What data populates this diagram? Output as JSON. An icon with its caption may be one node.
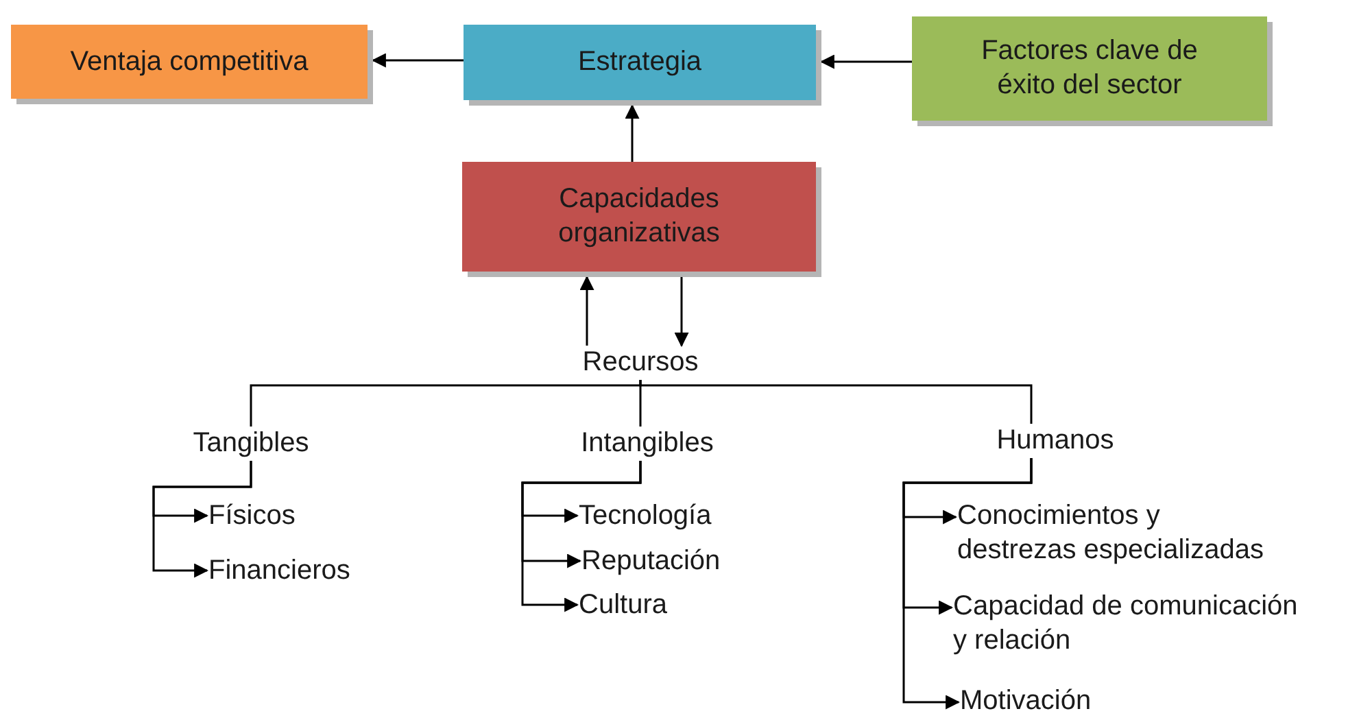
{
  "diagram": {
    "nodes": [
      {
        "text": [
          "Ventaja competitiva"
        ]
      },
      {
        "text": [
          "Estrategia"
        ]
      },
      {
        "text": [
          "Factores clave de éxito del sector"
        ]
      },
      {
        "text": [
          "Capacidades organizativas"
        ]
      },
      {
        "text": [
          "Recursos"
        ]
      },
      {
        "text": [
          "Tangibles"
        ]
      },
      {
        "text": [
          "Intangibles"
        ]
      },
      {
        "text": [
          "Humanos"
        ]
      },
      {
        "text": [
          "Físicos"
        ]
      },
      {
        "text": [
          "Financieros"
        ]
      },
      {
        "text": [
          "Tecnología"
        ]
      },
      {
        "text": [
          "Reputación"
        ]
      },
      {
        "text": [
          "Cultura"
        ]
      },
      {
        "text": [
          "Conocimientos y destrezas especializadas"
        ]
      },
      {
        "text": [
          "Capacidad de comunicación y relación"
        ]
      },
      {
        "text": [
          "Motivación"
        ]
      }
    ],
    "edges": [
      {
        "from": 1,
        "to": 0,
        "arrow": "to"
      },
      {
        "from": 2,
        "to": 1,
        "arrow": "to"
      },
      {
        "from": 3,
        "to": 1,
        "arrow": "to"
      },
      {
        "from": 4,
        "to": 3,
        "arrow": "to"
      },
      {
        "from": 3,
        "to": 4,
        "arrow": "to"
      },
      {
        "from": 4,
        "to": 5,
        "arrow": "none"
      },
      {
        "from": 4,
        "to": 6,
        "arrow": "none"
      },
      {
        "from": 4,
        "to": 7,
        "arrow": "none"
      },
      {
        "from": 5,
        "to": 8,
        "arrow": "to"
      },
      {
        "from": 5,
        "to": 9,
        "arrow": "to"
      },
      {
        "from": 6,
        "to": 10,
        "arrow": "to"
      },
      {
        "from": 6,
        "to": 11,
        "arrow": "to"
      },
      {
        "from": 6,
        "to": 12,
        "arrow": "to"
      },
      {
        "from": 7,
        "to": 13,
        "arrow": "to"
      },
      {
        "from": 7,
        "to": 14,
        "arrow": "to"
      },
      {
        "from": 7,
        "to": 15,
        "arrow": "to"
      }
    ]
  }
}
